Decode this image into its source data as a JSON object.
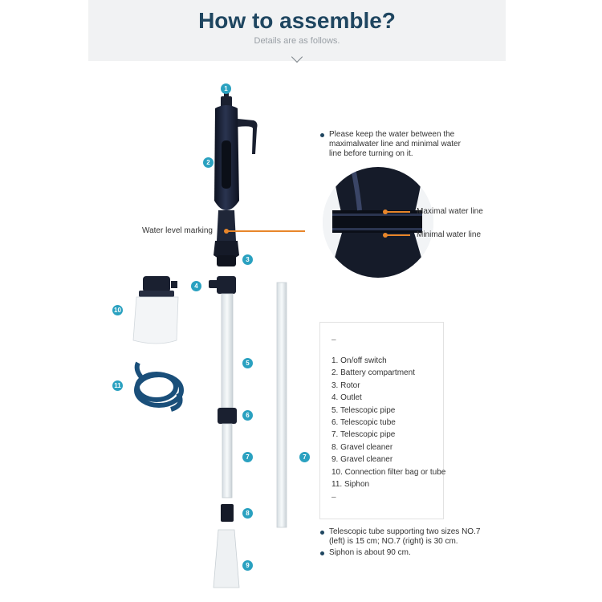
{
  "header": {
    "title": "How to assemble?",
    "subtitle": "Details are as follows.",
    "chevron_icon": "chevron-down-icon"
  },
  "part_numbers": [
    "1",
    "2",
    "3",
    "4",
    "5",
    "6",
    "7",
    "8",
    "9",
    "10",
    "11",
    "7"
  ],
  "labels": {
    "water_level_marking": "Water level marking",
    "maximal_water_line": "Maximal water line",
    "minimal_water_line": "Minimal water line"
  },
  "notes": {
    "water_tip": "Please keep the water between the maximalwater line and minimal water line before turning on it.",
    "telescopic_tip": "Telescopic tube supporting two sizes NO.7 (left) is 15 cm; NO.7 (right) is 30 cm.",
    "siphon_tip": "Siphon is about 90 cm."
  },
  "parts_list": {
    "dash_top": "–",
    "items": [
      "1. On/off switch",
      "2. Battery compartment",
      "3. Rotor",
      "4. Outlet",
      "5. Telescopic pipe",
      "6. Telescopic tube",
      "7. Telescopic pipe",
      "8. Gravel cleaner",
      "9. Gravel cleaner",
      "10. Connection filter bag or tube",
      "11. Siphon"
    ],
    "dash_bottom": "–"
  },
  "colors": {
    "title": "#1f4660",
    "badge": "#2aa1c0",
    "accent": "#e8862a",
    "device": "#1c2230"
  }
}
